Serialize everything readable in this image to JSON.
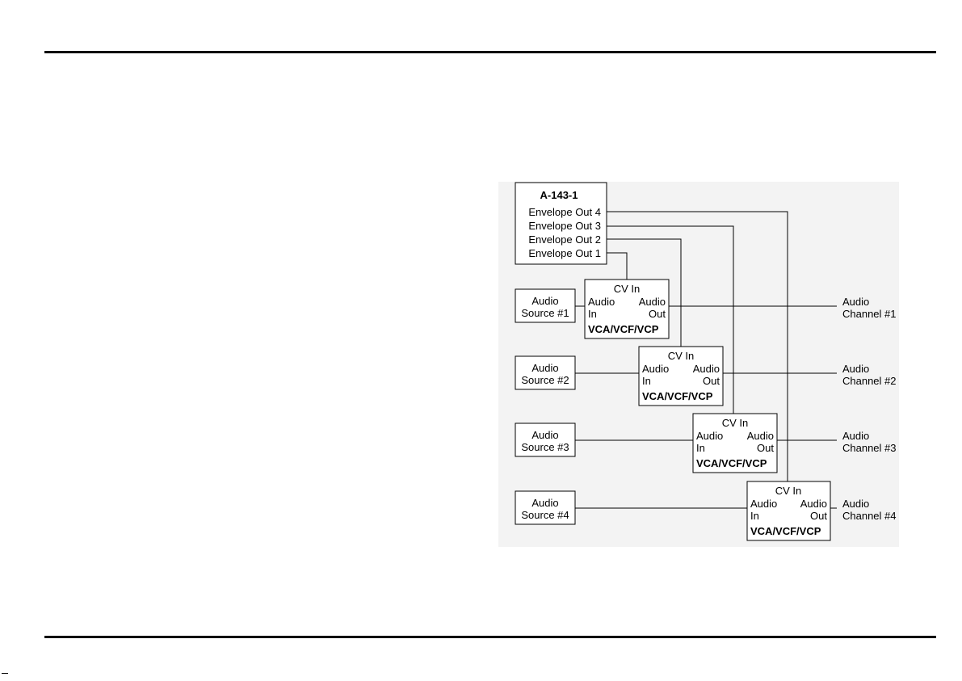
{
  "envelope_module": {
    "title": "A-143-1",
    "outputs": [
      "Envelope Out 4",
      "Envelope Out 3",
      "Envelope Out 2",
      "Envelope Out 1"
    ]
  },
  "sources": [
    {
      "line1": "Audio",
      "line2": "Source #1"
    },
    {
      "line1": "Audio",
      "line2": "Source #2"
    },
    {
      "line1": "Audio",
      "line2": "Source #3"
    },
    {
      "line1": "Audio",
      "line2": "Source #4"
    }
  ],
  "processor": {
    "cv_in": "CV In",
    "audio_in_top": "Audio",
    "audio_in_bottom": "In",
    "audio_out_top": "Audio",
    "audio_out_bottom": "Out",
    "label": "VCA/VCF/VCP"
  },
  "channels": [
    {
      "line1": "Audio",
      "line2": "Channel #1"
    },
    {
      "line1": "Audio",
      "line2": "Channel #2"
    },
    {
      "line1": "Audio",
      "line2": "Channel #3"
    },
    {
      "line1": "Audio",
      "line2": "Channel #4"
    }
  ]
}
